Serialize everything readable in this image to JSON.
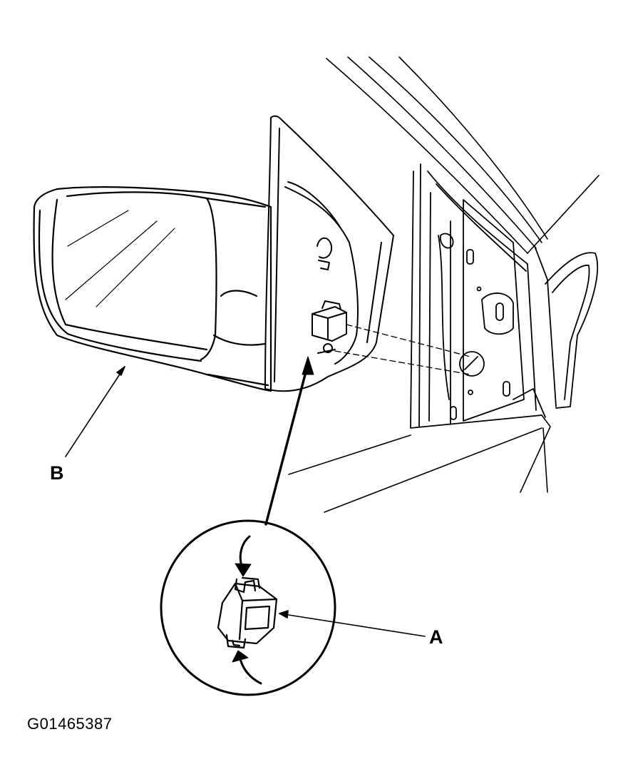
{
  "figure": {
    "id_code": "G01465387",
    "callouts": {
      "a": "A",
      "b": "B"
    },
    "line_color": "#000000",
    "background": "#ffffff"
  }
}
